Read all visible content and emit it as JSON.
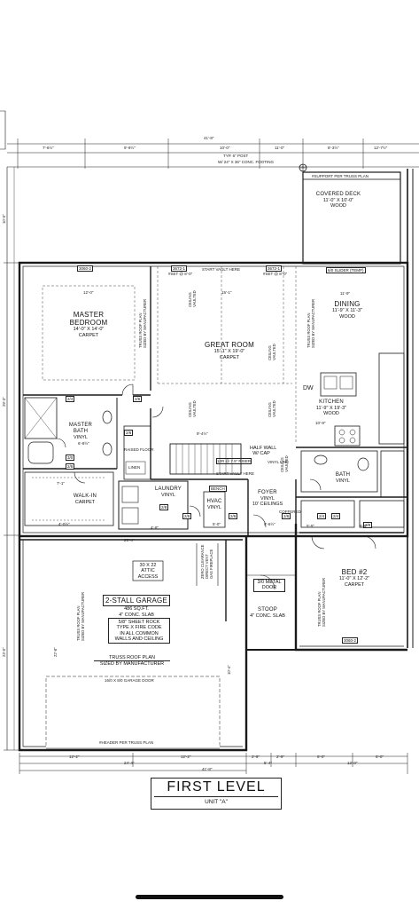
{
  "dimensions_top": [
    "7'-6½\"",
    "9'-9½\"",
    "41'-8\"",
    "10'-0\"",
    "11'-0\"",
    "8'-3½\"",
    "12'-7½\""
  ],
  "dimensions_bottom": [
    "12'-2\"",
    "24'-4\"",
    "12'-2\"",
    "2'-9\"",
    "2'-9\"",
    "5'-4\"",
    "6'-0\"",
    "12'-0\"",
    "6'-0\"",
    "41'-8\""
  ],
  "dimensions_left": [
    "10'-0\"",
    "29'-3\"",
    "23'-0\""
  ],
  "dimensions_interior": [
    "4'-0½\"",
    "25'-4\"",
    "5'-6½\"",
    "9'-4½\"",
    "5'-0\"",
    "6'-8½\"",
    "5'-5\"",
    "5'-6\"",
    "4'-8\"",
    "7'-1\"",
    "11'-9\"",
    "15'-1\"",
    "12'-0\"",
    "10'-9\"",
    "22'-8\"",
    "10'-4\""
  ],
  "post_note": "TYP. 6\" POST",
  "footing_note": "W/ 24\" X 36\" CONC. FOOTING",
  "support_note": "#SUPPORT PER TRUSS PLAN",
  "header_note": "#HEADER PER TRUSS PLAN",
  "rooms": {
    "covered_deck": {
      "name": "COVERED DECK",
      "size": "11'-0\" X 10'-0\"",
      "material": "WOOD"
    },
    "master_bedroom": {
      "name": "MASTER BEDROOM",
      "size": "14'-0\" X 14'-0\"",
      "material": "CARPET"
    },
    "great_room": {
      "name": "GREAT ROOM",
      "size": "15'-1\" X 19'-0\"",
      "material": "CARPET"
    },
    "dining": {
      "name": "DINING",
      "size": "11'-9\" X 11'-3\"",
      "material": "WOOD"
    },
    "kitchen": {
      "name": "KITCHEN",
      "size": "11'-9\" X 19'-3\"",
      "material": "WOOD"
    },
    "master_bath": {
      "name": "MASTER BATH",
      "material": "VINYL"
    },
    "walk_in": {
      "name": "WALK-IN",
      "material": "CARPET"
    },
    "laundry": {
      "name": "LAUNDRY",
      "material": "VINYL"
    },
    "hvac": {
      "name": "HVAC",
      "material": "VINYL"
    },
    "foyer": {
      "name": "FOYER",
      "material": "VINYL",
      "ceiling": "10' CEILINGS"
    },
    "bath": {
      "name": "BATH",
      "material": "VINYL"
    },
    "bed2": {
      "name": "BED #2",
      "size": "11'-0\" X 12'-2\"",
      "material": "CARPET"
    },
    "garage": {
      "name": "2-STALL GARAGE",
      "area": "486 SQ.FT.",
      "slab": "4\" CONC. SLAB"
    },
    "stoop": {
      "name": "STOOP",
      "slab": "4\" CONC. SLAB"
    }
  },
  "notes": {
    "attic": [
      "30 X 22",
      "ATTIC",
      "ACCESS"
    ],
    "fire_code": [
      "5/8\" SHEET ROCK",
      "TYPE X FIRE CODE",
      "IN ALL COMMON",
      "WALLS AND CEILING"
    ],
    "truss_roof": [
      "TRUSS ROOF PLAN",
      "SIZED BY MANUFACTURER"
    ],
    "garage_door": "16/0 X 8/0 GARAGE DOOR",
    "metal_door": [
      "3/0 METAL",
      "DOOR"
    ],
    "ceiling_vaulted": [
      "CEILING",
      "VAULTED"
    ],
    "zero_clearance": [
      "ZERO CLEARANCE",
      "DIRECT VENT",
      "GAS FIREPLACE"
    ],
    "start_vault": "START VAULT HERE",
    "half_wall": [
      "HALF WALL",
      "W/ CAP"
    ],
    "vinyl_line": "VINYL LINE",
    "bench": "BENCH",
    "linen": "LINEN",
    "raised_floor": "RAISED FLOOR",
    "dw": "DW",
    "stair_riser": "12R @ 7.5\" RISER",
    "coffered": "COFFERED"
  },
  "window_tags": [
    "3060-2",
    "3672-1",
    "3672-1",
    "6/0 SLIDER (TEMP)",
    "3060-2",
    "#SET @ 8'-0\"",
    "#SET @ 8'-0\""
  ],
  "door_tags": [
    "2/6",
    "2/4",
    "2/6",
    "2/6",
    "2/8",
    "2/6",
    "2/6",
    "2/6",
    "2/4",
    "2/4",
    "2/8",
    "3/0"
  ],
  "title": {
    "main": "FIRST LEVEL",
    "sub": "UNIT \"A\""
  },
  "colors": {
    "line": "#1a1a1a",
    "paper": "#ffffff",
    "fill": "#e9e9e9"
  }
}
